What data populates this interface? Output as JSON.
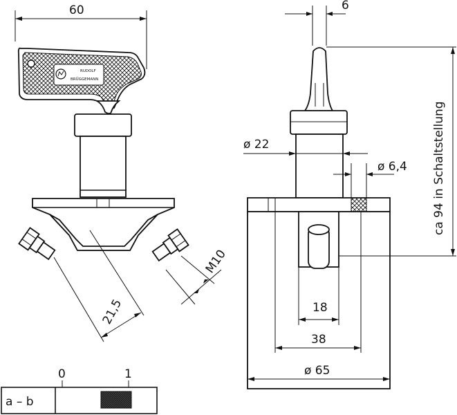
{
  "dimensions": {
    "key_width": "60",
    "key_thickness": "6",
    "shaft_diameter": "ø 22",
    "hole_diameter": "ø 6,4",
    "height_label": "ca  94  in  Schaltstellung",
    "thread": "M10",
    "terminal_length": "21,5",
    "stud_width": "18",
    "hole_spacing": "38",
    "base_diameter": "ø 65"
  },
  "key_brand": {
    "line1": "RUDOLF",
    "line2": "BRÜGGEMANN"
  },
  "switch_positions": {
    "off": "0",
    "on": "1",
    "circuit": "a  –  b"
  },
  "colors": {
    "ink": "#111111",
    "background": "#ffffff",
    "switch_fill": "#222222"
  }
}
